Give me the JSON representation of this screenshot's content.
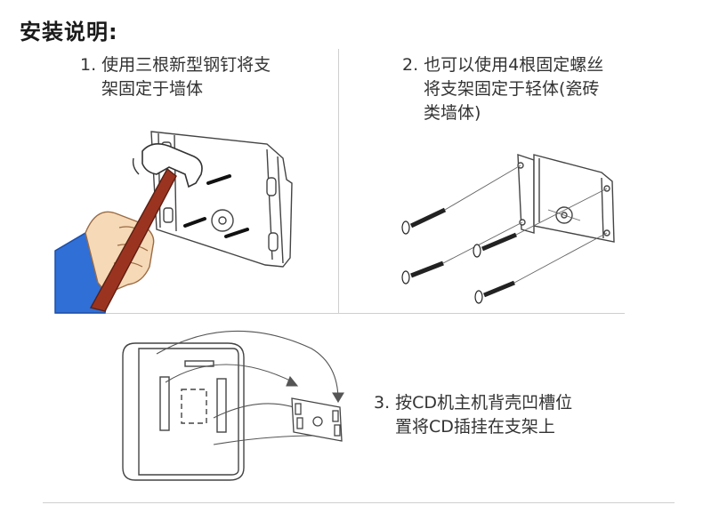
{
  "title": "安装说明:",
  "steps": [
    {
      "lines": [
        "1. 使用三根新型钢钉将支",
        "架固定于墙体"
      ]
    },
    {
      "lines": [
        "2. 也可以使用4根固定螺丝",
        "将支架固定于轻体(瓷砖",
        "类墙体)"
      ]
    },
    {
      "lines": [
        "3. 按CD机主机背壳凹槽位",
        "置将CD插挂在支架上"
      ]
    }
  ],
  "colors": {
    "hand": "#f6d9b6",
    "sleeve": "#2f6fd6",
    "handle": "#9a3420",
    "line": "#444444",
    "divider": "#cfcfcf"
  }
}
